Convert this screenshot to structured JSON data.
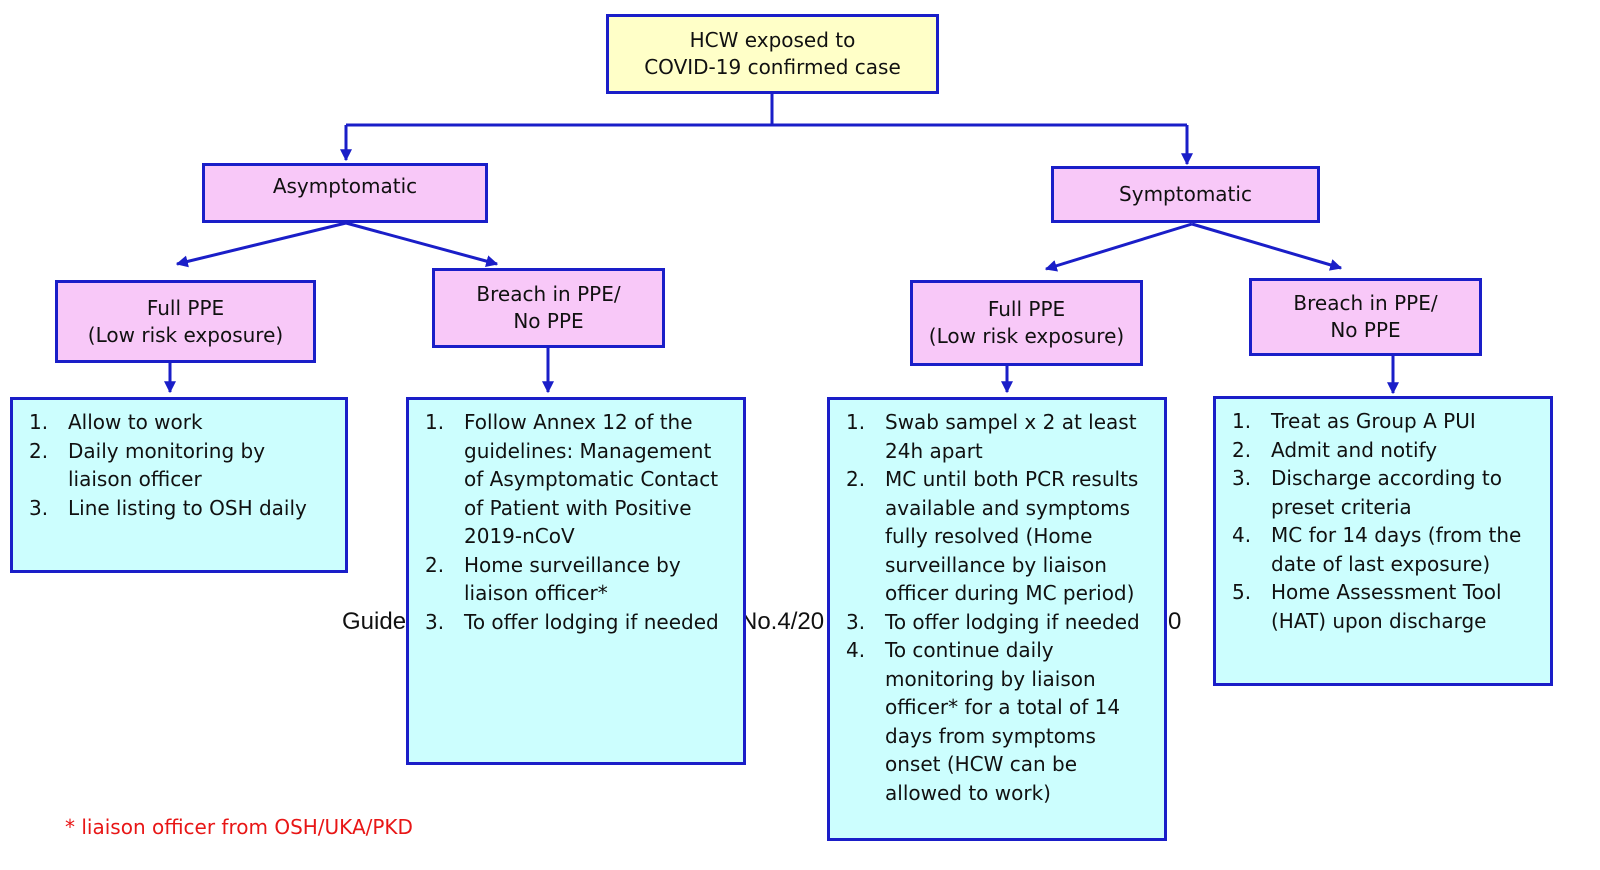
{
  "colors": {
    "border": "#1a1ec8",
    "root_fill": "#ffffc8",
    "category_fill": "#f8c8f8",
    "action_fill": "#ccfefe",
    "footnote": "#e81616"
  },
  "root": {
    "line1": "HCW exposed to",
    "line2": "COVID-19 confirmed case"
  },
  "asymptomatic": {
    "label": "Asymptomatic",
    "full_ppe": {
      "line1": "Full PPE",
      "line2": "(Low risk exposure)"
    },
    "breach": {
      "line1": "Breach in PPE/",
      "line2": "No PPE"
    },
    "full_ppe_actions": [
      {
        "n": "1.",
        "text": "Allow to work"
      },
      {
        "n": "2.",
        "text": "Daily monitoring by liaison officer"
      },
      {
        "n": "3.",
        "text": "Line listing to OSH daily"
      }
    ],
    "breach_actions": [
      {
        "n": "1.",
        "text": "Follow Annex 12 of the guidelines: Management of Asymptomatic Contact of Patient with Positive 2019-nCoV"
      },
      {
        "n": "2.",
        "text": "Home surveillance by liaison officer*"
      },
      {
        "n": "3.",
        "text": "To offer lodging if needed"
      }
    ]
  },
  "symptomatic": {
    "label": "Symptomatic",
    "full_ppe": {
      "line1": "Full PPE",
      "line2": "(Low risk exposure)"
    },
    "breach": {
      "line1": "Breach in PPE/",
      "line2": "No PPE"
    },
    "full_ppe_actions": [
      {
        "n": "1.",
        "text": "Swab sampel x 2 at least 24h apart"
      },
      {
        "n": "2.",
        "text": "MC until both PCR results available and symptoms fully resolved (Home surveillance by liaison officer during MC period)"
      },
      {
        "n": "3.",
        "text": "To offer lodging if needed"
      },
      {
        "n": "4.",
        "text": "To continue daily monitoring by liaison officer* for a total of 14 days  from symptoms onset (HCW can be allowed to work)"
      }
    ],
    "breach_actions": [
      {
        "n": "1.",
        "text": "Treat as Group A PUI"
      },
      {
        "n": "2.",
        "text": "Admit and notify"
      },
      {
        "n": "3.",
        "text": "Discharge according to preset criteria"
      },
      {
        "n": "4.",
        "text": "MC for 14 days (from the date of last exposure)"
      },
      {
        "n": "5.",
        "text": "Home Assessment Tool (HAT) upon discharge"
      }
    ]
  },
  "background_text": {
    "left": "Guide",
    "middle": "No.4/20",
    "right": "0"
  },
  "footnote": "* liaison officer from OSH/UKA/PKD"
}
